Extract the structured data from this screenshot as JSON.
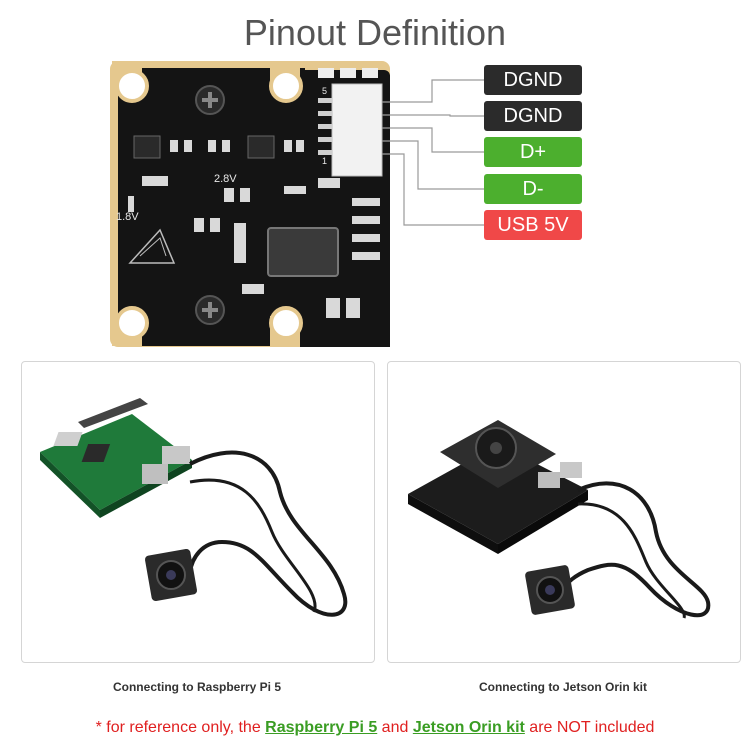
{
  "title": "Pinout Definition",
  "board": {
    "silkscreen_left": "1.8V",
    "silkscreen_mid": "2.8V",
    "connector_pin_top": "5",
    "connector_pin_bottom": "1"
  },
  "pins": [
    {
      "label": "DGND",
      "color": "#2b2b2b"
    },
    {
      "label": "DGND",
      "color": "#2b2b2b"
    },
    {
      "label": "D+",
      "color": "#4caf2e"
    },
    {
      "label": "D-",
      "color": "#4caf2e"
    },
    {
      "label": "USB 5V",
      "color": "#f04848"
    }
  ],
  "photos": [
    {
      "caption": "Connecting to Raspberry Pi 5"
    },
    {
      "caption": "Connecting to Jetson Orin kit"
    }
  ],
  "note": {
    "prefix": "* for reference only, the ",
    "link1": "Raspberry Pi 5",
    "middle": " and ",
    "link2": "Jetson Orin kit",
    "suffix": " are NOT included"
  }
}
